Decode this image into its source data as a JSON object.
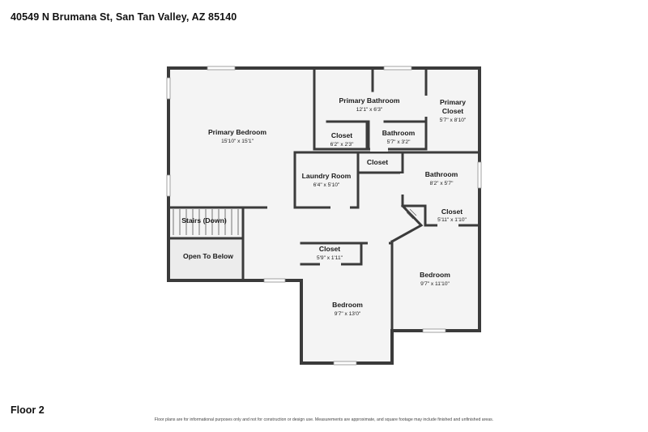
{
  "header": {
    "address": "40549 N Brumana St, San Tan Valley, AZ 85140"
  },
  "footer": {
    "floor": "Floor 2",
    "disclaimer": "Floor plans are for informational purposes only and not for construction or design use. Measurements are approximate, and square footage may include finished and unfinished areas."
  },
  "rooms": {
    "primary_bedroom": {
      "name": "Primary Bedroom",
      "dims": "15'10\" x 15'1\""
    },
    "primary_bathroom": {
      "name": "Primary Bathroom",
      "dims": "12'1\" x 6'3\""
    },
    "primary_closet": {
      "name_line1": "Primary",
      "name_line2": "Closet",
      "dims": "5'7\" x 8'10\""
    },
    "closet_a": {
      "name": "Closet",
      "dims": "6'2\" x 2'3\""
    },
    "bathroom_small": {
      "name": "Bathroom",
      "dims": "5'7\" x 3'2\""
    },
    "laundry": {
      "name": "Laundry Room",
      "dims": "6'4\" x 5'10\""
    },
    "closet_hall": {
      "name": "Closet"
    },
    "bathroom": {
      "name": "Bathroom",
      "dims": "8'2\" x 5'7\""
    },
    "closet_b": {
      "name": "Closet",
      "dims": "5'11\" x 1'10\""
    },
    "stairs": {
      "name": "Stairs (Down)"
    },
    "open_below": {
      "name": "Open To Below"
    },
    "closet_c": {
      "name": "Closet",
      "dims": "5'9\" x 1'11\""
    },
    "bedroom_right": {
      "name": "Bedroom",
      "dims": "9'7\" x 11'10\""
    },
    "bedroom_bottom": {
      "name": "Bedroom",
      "dims": "9'7\" x 13'0\""
    }
  }
}
